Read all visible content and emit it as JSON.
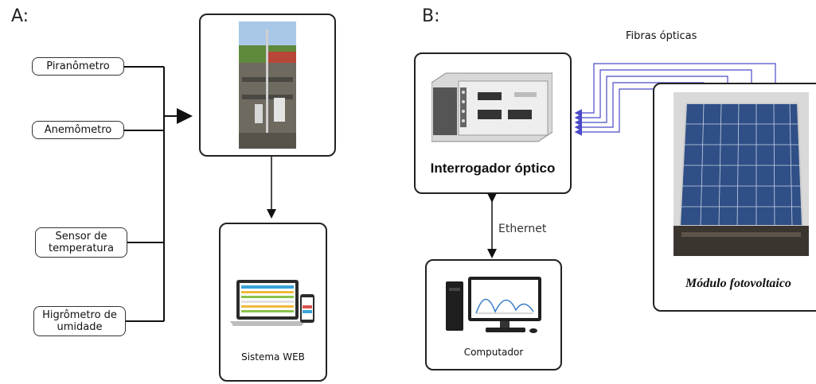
{
  "panel_a": {
    "label": "A:",
    "sensors": [
      "Piranômetro",
      "Anemômetro",
      "Sensor de temperatura",
      "Higrômetro de umidade"
    ],
    "web_system_label": "Sistema WEB"
  },
  "panel_b": {
    "label": "B:",
    "fibers_label": "Fibras ópticas",
    "interrogator_label": "Interrogador óptico",
    "ethernet_label": "Ethernet",
    "computer_label": "Computador",
    "module_label": "Módulo fotovoltaico"
  },
  "colors": {
    "fiber": "#4a4ac8",
    "line": "#111111",
    "panel_blue": "#2f4f86"
  }
}
